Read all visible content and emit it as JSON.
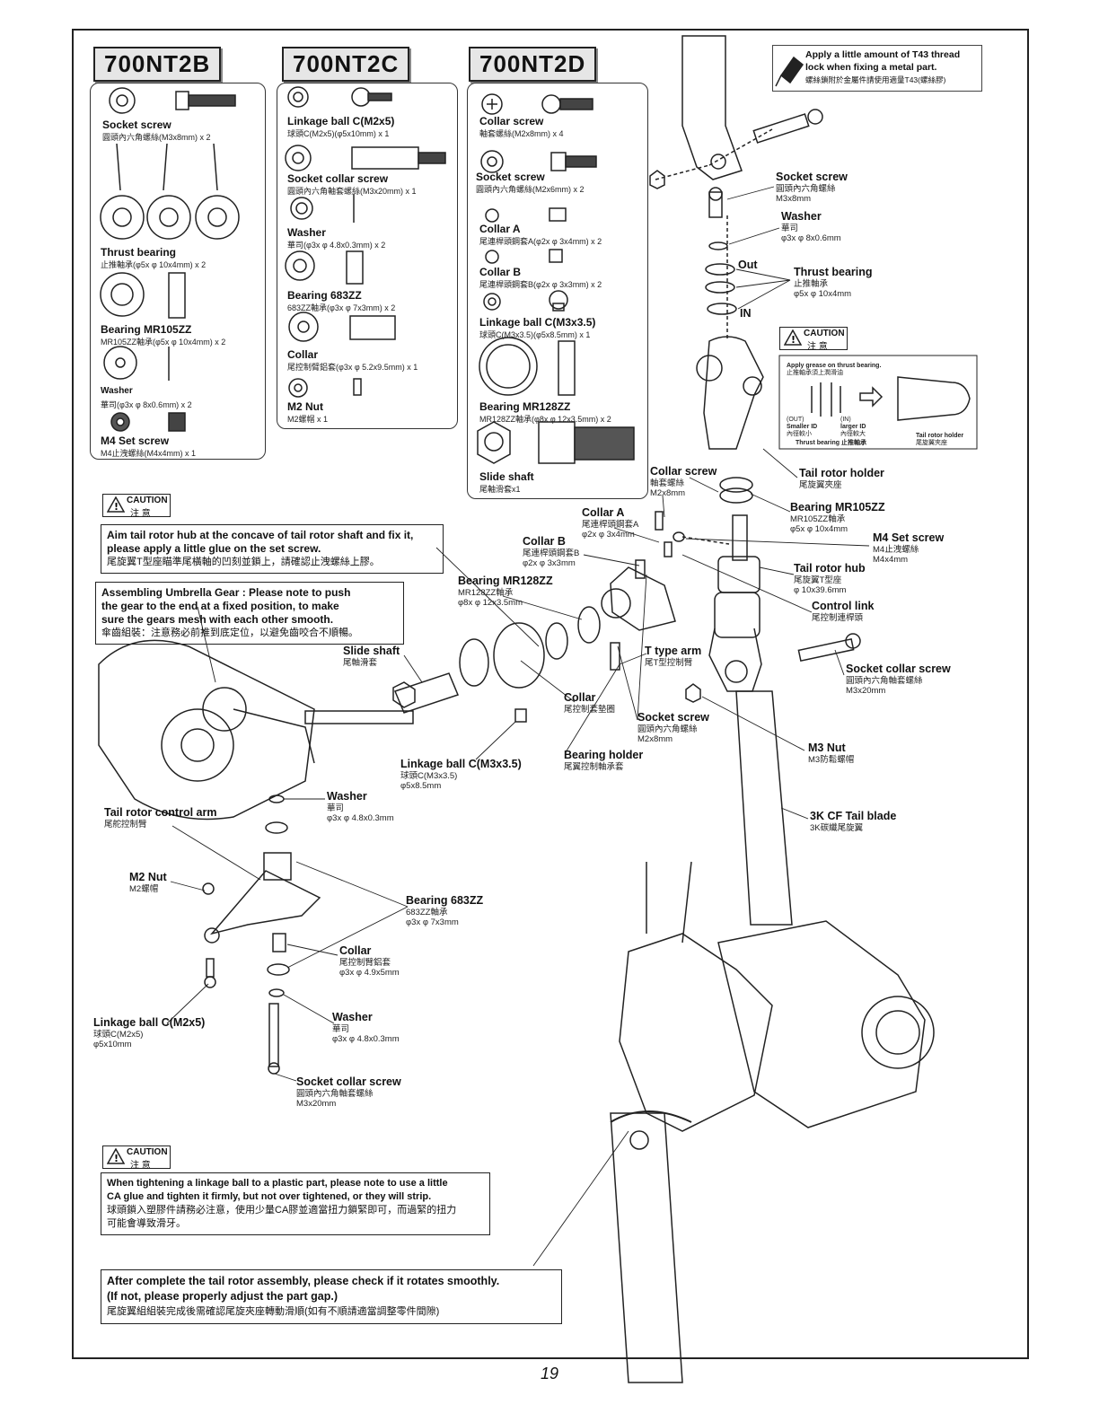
{
  "kits": {
    "a": {
      "code": "700NT2B",
      "parts": [
        {
          "name": "Socket screw",
          "spec": "圓頭內六角螺絲(M3x8mm) x 2"
        },
        {
          "name": "Thrust bearing",
          "spec": "止推軸承(φ5x φ 10x4mm) x 2"
        },
        {
          "name": "Bearing MR105ZZ",
          "spec": "MR105ZZ軸承(φ5x φ 10x4mm) x 2"
        },
        {
          "name": "Washer",
          "spec": "華司(φ3x φ 8x0.6mm) x 2"
        },
        {
          "name": "M4 Set screw",
          "spec": "M4止洩螺絲(M4x4mm) x 1"
        }
      ]
    },
    "b": {
      "code": "700NT2C",
      "parts": [
        {
          "name": "Linkage ball C(M2x5)",
          "spec": "球頭C(M2x5)(φ5x10mm) x 1"
        },
        {
          "name": "Socket collar screw",
          "spec": "圓頭內六角軸套螺絲(M3x20mm) x 1"
        },
        {
          "name": "Washer",
          "spec": "華司(φ3x φ 4.8x0.3mm) x 2"
        },
        {
          "name": "Bearing 683ZZ",
          "spec": "683ZZ軸承(φ3x φ 7x3mm) x 2"
        },
        {
          "name": "Collar",
          "spec": "尾控制臂鋁套(φ3x φ 5.2x9.5mm) x 1"
        },
        {
          "name": "M2 Nut",
          "spec": "M2螺帽 x 1"
        }
      ]
    },
    "c": {
      "code": "700NT2D",
      "parts": [
        {
          "name": "Collar screw",
          "spec": "軸套螺絲(M2x8mm) x 4"
        },
        {
          "name": "Socket screw",
          "spec": "圓頭內六角螺絲(M2x6mm) x 2"
        },
        {
          "name": "Collar A",
          "spec": "尾連桿頭鋼套A(φ2x φ 3x4mm) x 2"
        },
        {
          "name": "Collar B",
          "spec": "尾連桿頭鋼套B(φ2x φ 3x3mm) x 2"
        },
        {
          "name": "Linkage ball C(M3x3.5)",
          "spec": "球頭C(M3x3.5)(φ5x8.5mm) x 1"
        },
        {
          "name": "Bearing MR128ZZ",
          "spec": "MR128ZZ軸承(φ8x φ 12x3.5mm) x 2"
        },
        {
          "name": "Slide shaft",
          "spec": "尾軸滑套x1"
        }
      ]
    }
  },
  "caution": {
    "en": "CAUTION",
    "zh": "注 意"
  },
  "thread_note": {
    "en1": "Apply a little amount of T43 thread",
    "en2": "lock when fixing a metal part.",
    "zh": "螺絲鎖附於金屬件請使用適量T43(螺絲膠)"
  },
  "note_hub": {
    "en1": "Aim tail rotor hub at the concave of tail rotor shaft and fix it,",
    "en2": "please apply a little glue on the set screw.",
    "zh": "尾旋翼T型座瞄準尾橫軸的凹刻並鎖上，請確認止洩螺絲上膠。"
  },
  "note_gear": {
    "en1": "Assembling Umbrella Gear : Please note to push",
    "en2": "the gear to the end at a fixed position, to make",
    "en3": "sure the gears mesh with each other smooth.",
    "zh": "傘齒組裝：注意務必前推到底定位，以避免齒咬合不順暢。"
  },
  "note_ball": {
    "en1": "When tightening a linkage ball to a plastic part, please note to use a little",
    "en2": "CA glue and tighten it firmly, but not over tightened, or they will strip.",
    "zh1": "球頭鎖入塑膠件請務必注意，使用少量CA膠並適當扭力鎖緊即可，而過緊的扭力",
    "zh2": "可能會導致滑牙。"
  },
  "note_final": {
    "en1": "After complete the tail rotor assembly, please check if it rotates smoothly.",
    "en2": "(If not, please properly adjust the part gap.)",
    "zh": "尾旋翼組組裝完成後需確認尾旋夾座轉動滑順(如有不順請適當調整零件間隙)"
  },
  "thrust_inset": {
    "t1": "Apply grease on thrust bearing.",
    "t2": "止推軸承須上潤滑油",
    "out": "(OUT)",
    "out_en": "Smaller ID",
    "out_zh": "內徑較小",
    "in": "(IN)",
    "in_en": "larger ID",
    "in_zh": "內徑較大",
    "tb": "Thrust bearing 止推軸承",
    "holder": "Tail rotor holder",
    "holder_zh": "尾旋翼夾座"
  },
  "callouts": [
    {
      "name": "Socket screw",
      "sub": [
        "圓頭內六角螺絲",
        "M3x8mm"
      ]
    },
    {
      "name": "Washer",
      "sub": [
        "華司",
        "φ3x φ 8x0.6mm"
      ]
    },
    {
      "name": "Out",
      "sub": []
    },
    {
      "name": "Thrust bearing",
      "sub": [
        "止推軸承",
        "φ5x φ 10x4mm"
      ]
    },
    {
      "name": "IN",
      "sub": []
    },
    {
      "name": "Collar screw",
      "sub": [
        "軸套螺絲",
        "M2x8mm"
      ]
    },
    {
      "name": "Tail rotor holder",
      "sub": [
        "尾旋翼夾座"
      ]
    },
    {
      "name": "Bearing MR105ZZ",
      "sub": [
        "MR105ZZ軸承",
        "φ5x φ 10x4mm"
      ]
    },
    {
      "name": "Collar A",
      "sub": [
        "尾連桿頭鋼套A",
        "φ2x φ 3x4mm"
      ]
    },
    {
      "name": "Collar B",
      "sub": [
        "尾連桿頭鋼套B",
        "φ2x φ 3x3mm"
      ]
    },
    {
      "name": "M4 Set screw",
      "sub": [
        "M4止洩螺絲",
        "M4x4mm"
      ]
    },
    {
      "name": "Tail rotor hub",
      "sub": [
        "尾旋翼T型座",
        "φ 10x39.6mm"
      ]
    },
    {
      "name": "Bearing MR128ZZ",
      "sub": [
        "MR128ZZ軸承",
        "φ8x φ 12x3.5mm"
      ]
    },
    {
      "name": "Control link",
      "sub": [
        "尾控制連桿頭"
      ]
    },
    {
      "name": "Slide shaft",
      "sub": [
        "尾軸滑套"
      ]
    },
    {
      "name": "T type arm",
      "sub": [
        "尾T型控制臂"
      ]
    },
    {
      "name": "Socket collar screw",
      "sub": [
        "圓頭內六角軸套螺絲",
        "M3x20mm"
      ]
    },
    {
      "name": "Collar",
      "sub": [
        "尾控制套墊圈"
      ]
    },
    {
      "name": "Socket screw",
      "sub": [
        "圓頭內六角螺絲",
        "M2x8mm"
      ]
    },
    {
      "name": "M3 Nut",
      "sub": [
        "M3防鬆螺帽"
      ]
    },
    {
      "name": "Bearing holder",
      "sub": [
        "尾翼控制軸承套"
      ]
    },
    {
      "name": "Linkage ball C(M3x3.5)",
      "sub": [
        "球頭C(M3x3.5)",
        "φ5x8.5mm"
      ]
    },
    {
      "name": "Washer",
      "sub": [
        "華司",
        "φ3x φ 4.8x0.3mm"
      ]
    },
    {
      "name": "Tail rotor control arm",
      "sub": [
        "尾舵控制臂"
      ]
    },
    {
      "name": "3K CF Tail blade",
      "sub": [
        "3K碳纖尾旋翼"
      ]
    },
    {
      "name": "M2 Nut",
      "sub": [
        "M2螺帽"
      ]
    },
    {
      "name": "Bearing 683ZZ",
      "sub": [
        "683ZZ軸承",
        "φ3x φ 7x3mm"
      ]
    },
    {
      "name": "Collar",
      "sub": [
        "尾控制臂鋁套",
        "φ3x φ 4.9x5mm"
      ]
    },
    {
      "name": "Linkage ball C(M2x5)",
      "sub": [
        "球頭C(M2x5)",
        "φ5x10mm"
      ]
    },
    {
      "name": "Washer",
      "sub": [
        "華司",
        "φ3x φ 4.8x0.3mm"
      ]
    },
    {
      "name": "Socket collar screw",
      "sub": [
        "圓頭內六角軸套螺絲",
        "M3x20mm"
      ]
    }
  ],
  "page_number": "19"
}
